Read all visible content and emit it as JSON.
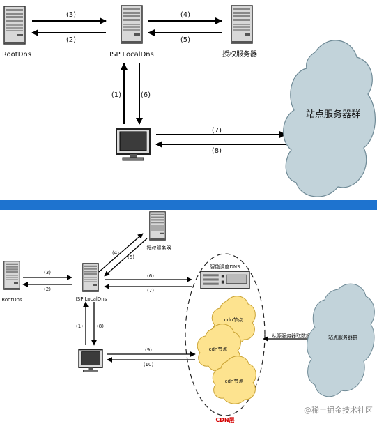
{
  "colors": {
    "divider_blue": "#1e73cf",
    "cloud_fill": "#c2d3da",
    "cloud_stroke": "#6f8a96",
    "cdn_cloud_fill": "#fde38f",
    "cdn_cloud_stroke": "#c9a233",
    "cdn_label_red": "#d40000"
  },
  "top": {
    "root_dns": "RootDns",
    "isp_local_dns": "ISP LocalDns",
    "auth_server": "授权服务器",
    "site_cluster": "站点服务器群",
    "steps": {
      "s1": "(1)",
      "s2": "(2)",
      "s3": "(3)",
      "s4": "(4)",
      "s5": "(5)",
      "s6": "(6)",
      "s7": "(7)",
      "s8": "(8)"
    },
    "icons": [
      "server-icon",
      "server-icon",
      "server-icon",
      "monitor-icon",
      "cloud-icon"
    ]
  },
  "bottom": {
    "root_dns": "RootDns",
    "isp_local_dns": "ISP LocalDns",
    "auth_server": "授权服务器",
    "smart_dns": "智能调度DNS",
    "cdn_node_1": "cdn节点",
    "cdn_node_2": "cdn节点",
    "cdn_node_3": "cdn节点",
    "cdn_layer": "CDN层",
    "origin_fetch": "从源服务器取数据",
    "site_cluster": "站点服务器群",
    "steps": {
      "s1": "(1)",
      "s2": "(2)",
      "s3": "(3)",
      "s4": "(4)",
      "s5": "(5)",
      "s6": "(6)",
      "s7": "(7)",
      "s8": "(8)",
      "s9": "(9)",
      "s10": "(10)"
    }
  },
  "watermark": "@稀土掘金技术社区"
}
